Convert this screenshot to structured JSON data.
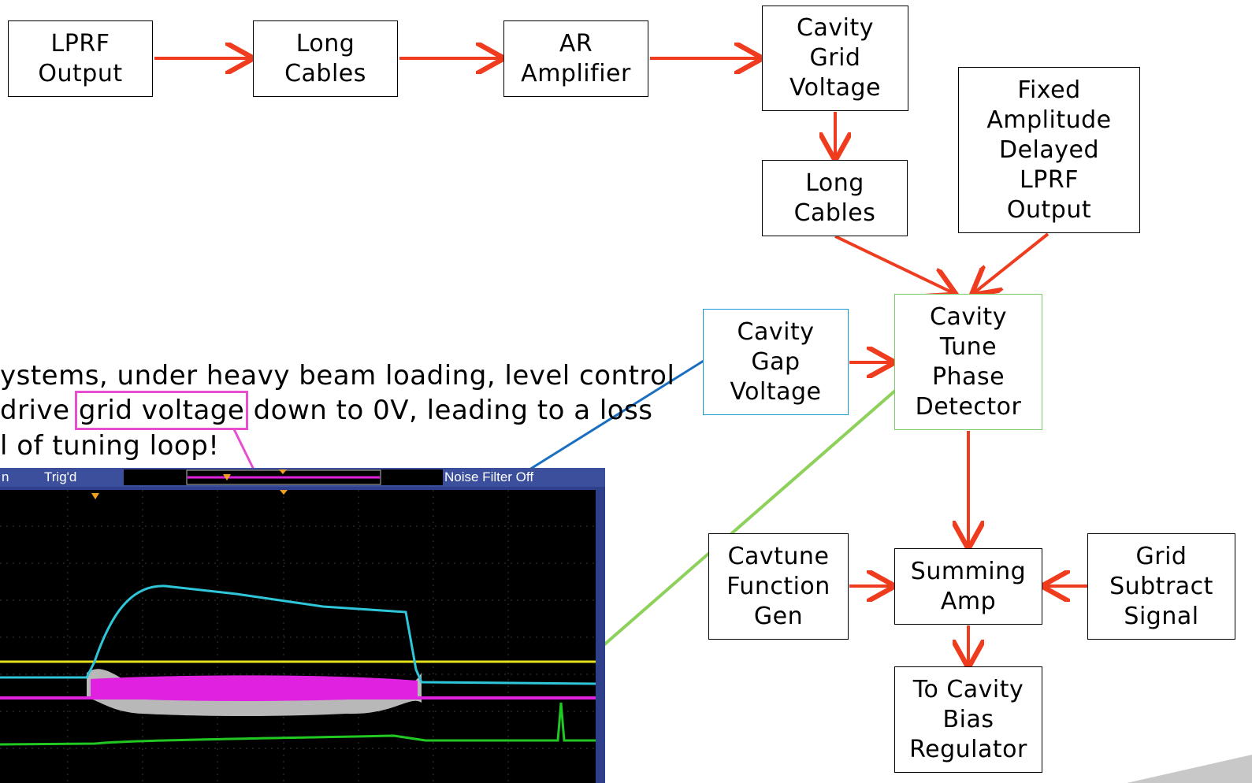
{
  "diagram": {
    "boxes": {
      "lprf_output": "LPRF\nOutput",
      "long_cables_1": "Long\nCables",
      "ar_amplifier": "AR\nAmplifier",
      "cavity_grid_voltage": "Cavity\nGrid\nVoltage",
      "long_cables_2": "Long\nCables",
      "fixed_amplitude": "Fixed\nAmplitude\nDelayed\nLPRF\nOutput",
      "cavity_gap_voltage": "Cavity\nGap\nVoltage",
      "phase_detector": "Cavity\nTune\nPhase\nDetector",
      "cavtune_function_gen": "Cavtune\nFunction\nGen",
      "summing_amp": "Summing\nAmp",
      "grid_subtract": "Grid\nSubtract\nSignal",
      "to_cavity_bias": "To Cavity\nBias\nRegulator"
    },
    "colors": {
      "arrow": "#f03c1e",
      "gap_border": "#1a9bd7",
      "detector_border": "#7cc96a",
      "highlight": "#e84fd0"
    }
  },
  "caption": {
    "line1": "ystems, under heavy beam loading, level control",
    "line2_pre": "drive ",
    "line2_highlight": "grid voltage",
    "line2_post": " down to 0V, leading to a loss",
    "line3": "l of tuning loop!"
  },
  "scope": {
    "status_left": "n",
    "trig_status": "Trig'd",
    "noise_filter": "Noise Filter Off",
    "traces": {
      "cyan": "#2ec6d8",
      "yellow": "#e6e21a",
      "magenta": "#e022e0",
      "green": "#22c822",
      "gray": "#c8c8c8"
    }
  }
}
